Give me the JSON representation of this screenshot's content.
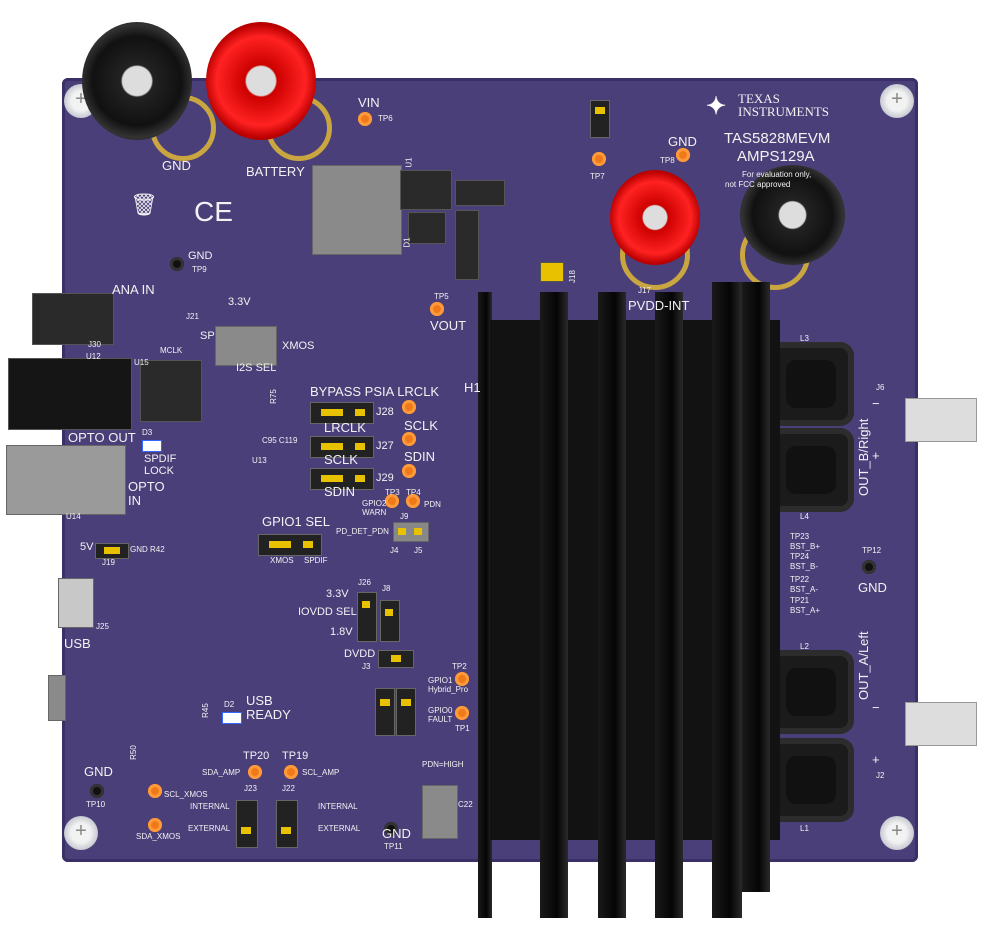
{
  "brand": {
    "company": "TEXAS INSTRUMENTS",
    "board": "TAS5828MEVM",
    "code": "AMPS129A",
    "notice_1": "For evaluation only,",
    "notice_2": "not FCC approved"
  },
  "colors": {
    "pcb": "#4b3f79",
    "silkscreen": "#f2f2f2",
    "testpoint": "#f07a1a",
    "jumper_pin": "#e8c200",
    "heatsink": "#111111"
  },
  "labels": {
    "gnd_top": "GND",
    "battery": "BATTERY",
    "vin": "VIN",
    "tp6": "TP6",
    "tp7": "TP7",
    "tp8": "TP8",
    "gnd_tp8": "GND",
    "gnd_tp9": "GND",
    "tp9": "TP9",
    "ana_in": "ANA IN",
    "j30": "J30",
    "v33": "3.3V",
    "j21": "J21",
    "spdif_short": "SP",
    "xmos": "XMOS",
    "i2s_sel": "I2S SEL",
    "mclk": "MCLK",
    "u15": "U15",
    "u12": "U12",
    "opto_out": "OPTO OUT",
    "spdif_lock": "SPDIF\nLOCK",
    "d3": "D3",
    "opto_in": "OPTO\nIN",
    "u14": "U14",
    "bypass_psia_lrclk": "BYPASS PSIA LRCLK",
    "lrclk": "LRCLK",
    "sclk": "SCLK",
    "sdin": "SDIN",
    "j28": "J28",
    "j27": "J27",
    "j29": "J29",
    "tp_sclk": "SCLK",
    "tp_sdin": "SDIN",
    "u13": "U13",
    "tp3": "TP3",
    "tp4": "TP4",
    "gpio2_warn": "GPIO2\nWARN",
    "pdn": "PDN",
    "gpio1_sel": "GPIO1  SEL",
    "pd_det_pdn": "PD_DET_PDN",
    "j9": "J9",
    "j4": "J4",
    "j5": "J5",
    "sel_xmos": "XMOS",
    "sel_spdif": "SPDIF",
    "v5": "5V",
    "gnd_r42": "GND R42",
    "j19": "J19",
    "usb": "USB",
    "j25": "J25",
    "v33_iovdd": "3.3V",
    "iovdd_sel": "IOVDD SEL",
    "v18": "1.8V",
    "j26": "J26",
    "j8": "J8",
    "dvdd": "DVDD",
    "j3": "J3",
    "tp2": "TP2",
    "gpio1_hybrid": "GPIO1\nHybrid_Pro",
    "gpio0_fault": "GPIO0\nFAULT",
    "tp1": "TP1",
    "usb_ready": "USB\nREADY",
    "d2": "D2",
    "r45": "R45",
    "tp20": "TP20",
    "tp19": "TP19",
    "sda_amp": "SDA_AMP",
    "scl_amp": "SCL_AMP",
    "internal_l": "INTERNAL",
    "external_l": "EXTERNAL",
    "internal_r": "INTERNAL",
    "external_r": "EXTERNAL",
    "j23": "J23",
    "j22": "J22",
    "sda_xmos": "SDA_XMOS",
    "scl_xmos": "SCL_XMOS",
    "gnd_tp10": "GND",
    "tp10": "TP10",
    "r50": "R50",
    "pdn_high": "PDN=HIGH",
    "gnd_tp11": "GND",
    "tp11": "TP11",
    "c22": "C22",
    "vout": "VOUT",
    "tp5": "TP5",
    "h1": "H1",
    "j17": "J17",
    "pvdd": "PVDD-INT",
    "j18": "J18",
    "out_b_right": "OUT_B/Right",
    "out_a_left": "OUT_A/Left",
    "gnd_tp12": "GND",
    "tp12": "TP12",
    "j6": "J6",
    "j2": "J2",
    "l1": "L1",
    "l2": "L2",
    "l3": "L3",
    "l4": "L4",
    "tp23": "TP23",
    "bst_b_plus": "BST_B+",
    "tp24": "TP24",
    "bst_b_minus": "BST_B-",
    "tp22": "TP22",
    "bst_a_minus": "BST_A-",
    "tp21": "TP21",
    "bst_a_plus": "BST_A+",
    "plus_b": "+",
    "minus_b": "−",
    "plus_a": "+",
    "minus_a": "−",
    "ce": "CE",
    "r75": "R75",
    "c95": "C95 C119",
    "d1": "D1",
    "u1": "U1"
  }
}
